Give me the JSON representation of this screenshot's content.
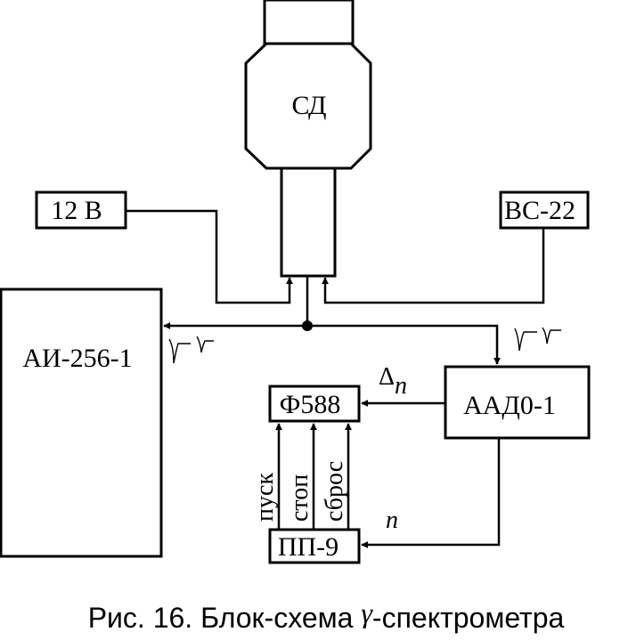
{
  "blocks": {
    "detector": "СД",
    "power": "12 В",
    "hv": "ВС-22",
    "analyzer": "АИ-256-1",
    "adc": "ААД0-1",
    "freq": "Ф588",
    "counter": "ПП-9"
  },
  "signals": {
    "delta": "Δ",
    "delta_sub": "n",
    "n": "n",
    "start": "пуск",
    "stop": "стоп",
    "reset": "сброс"
  },
  "caption": {
    "before": "Рис. 16. Блок-схема ",
    "gamma": "γ",
    "after": "-спектрометра"
  }
}
